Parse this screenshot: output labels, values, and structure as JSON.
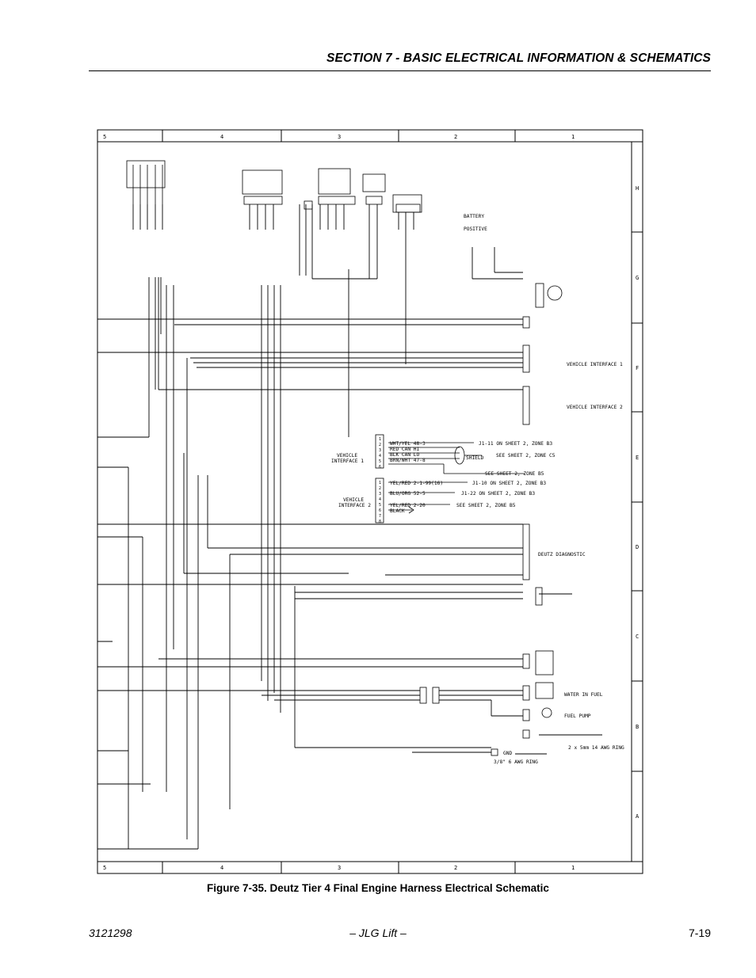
{
  "header": {
    "title": "SECTION 7 - BASIC ELECTRICAL INFORMATION & SCHEMATICS"
  },
  "figure": {
    "caption": "Figure 7-35.  Deutz Tier 4 Final Engine Harness Electrical Schematic"
  },
  "footer": {
    "doc_number": "3121298",
    "center": "– JLG Lift –",
    "page": "7-19"
  },
  "schematic": {
    "zones_top": [
      "5",
      "4",
      "3",
      "2",
      "1"
    ],
    "zones_side": [
      "H",
      "G",
      "F",
      "E",
      "D",
      "C",
      "B",
      "A"
    ],
    "labels": {
      "battery": "BATTERY",
      "positive": "POSITIVE",
      "vi1_right": "VEHICLE INTERFACE 1",
      "vi2_right": "VEHICLE INTERFACE 2",
      "vi1_left_a": "VEHICLE",
      "vi1_left_b": "INTERFACE 1",
      "vi2_left_a": "VEHICLE",
      "vi2_left_b": "INTERFACE 2",
      "deutz_diag": "DEUTZ DIAGNOSTIC",
      "water_in_fuel": "WATER IN FUEL",
      "fuel_pump": "FUEL PUMP",
      "ring_2x": "2 x 5mm 14 AWG RING",
      "ring_38": "3/8\" 6 AWG RING",
      "gnd": "GND",
      "shield": "SHIELD"
    },
    "vi1_wires": [
      "WHT/YEL 48-3",
      "RED CAN HI",
      "BLK CAN LO",
      "BRN/WHT 47-8"
    ],
    "vi1_refs": [
      "J1-11 ON SHEET 2, ZONE B3",
      "SEE SHEET 2, ZONE C5",
      "SEE SHEET 2, ZONE B5"
    ],
    "vi2_wires": [
      "YEL/RED 2-1-99(16)",
      "BLU/ORG 52-5",
      "YEL/RED 2-20",
      "BLACK"
    ],
    "vi2_refs": [
      "J1-10 ON SHEET 2, ZONE B3",
      "J1-22 ON SHEET 2, ZONE B3",
      "SEE SHEET 2, ZONE B5"
    ],
    "pin_numbers": [
      "1",
      "2",
      "3",
      "4",
      "5",
      "6"
    ],
    "pin_numbers_8": [
      "1",
      "2",
      "3",
      "4",
      "5",
      "6",
      "7",
      "8"
    ]
  }
}
